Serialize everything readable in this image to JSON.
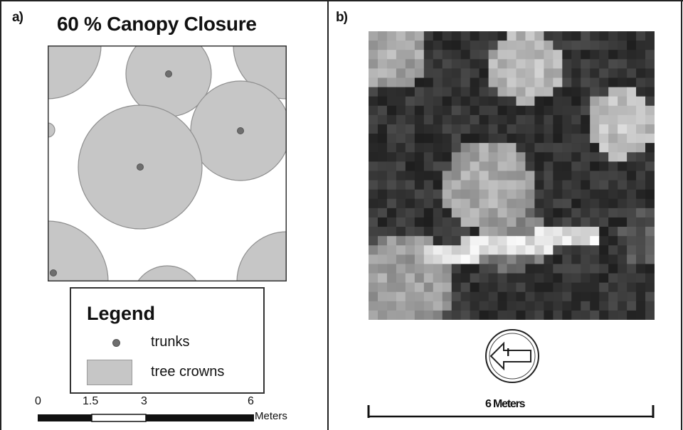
{
  "panel_a": {
    "label": "a)",
    "title": "60 % Canopy Closure",
    "legend": {
      "title": "Legend",
      "trunks_label": "trunks",
      "crowns_label": "tree crowns"
    },
    "scale_bar": {
      "ticks": [
        "0",
        "1.5",
        "3",
        "6"
      ],
      "unit": "Meters"
    },
    "colors": {
      "crown": "#c6c6c6",
      "trunk": "#6e6e6e",
      "crown_edge": "#8f8f8f"
    }
  },
  "panel_b": {
    "label": "b)",
    "north_arrow_letter": "I",
    "scale_bar_label": "6 Meters"
  }
}
